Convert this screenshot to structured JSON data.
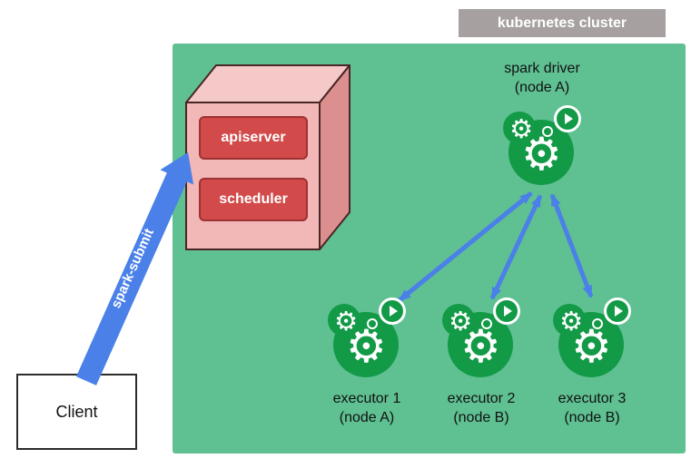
{
  "cluster": {
    "label": "kubernetes cluster"
  },
  "control_plane": {
    "apiserver_label": "apiserver",
    "scheduler_label": "scheduler"
  },
  "driver": {
    "name": "spark driver",
    "node": "(node A)"
  },
  "executors": [
    {
      "name": "executor 1",
      "node": "(node A)"
    },
    {
      "name": "executor 2",
      "node": "(node B)"
    },
    {
      "name": "executor 3",
      "node": "(node B)"
    }
  ],
  "client": {
    "label": "Client"
  },
  "spark_submit": {
    "label": "spark-submit"
  },
  "colors": {
    "cluster_bg": "#5fc092",
    "icon_green": "#129a47",
    "arrow_blue": "#4a80e8",
    "box_red": "#d24a4a",
    "box_pink": "#f2b7b7",
    "label_gray": "#a6a0a0"
  }
}
